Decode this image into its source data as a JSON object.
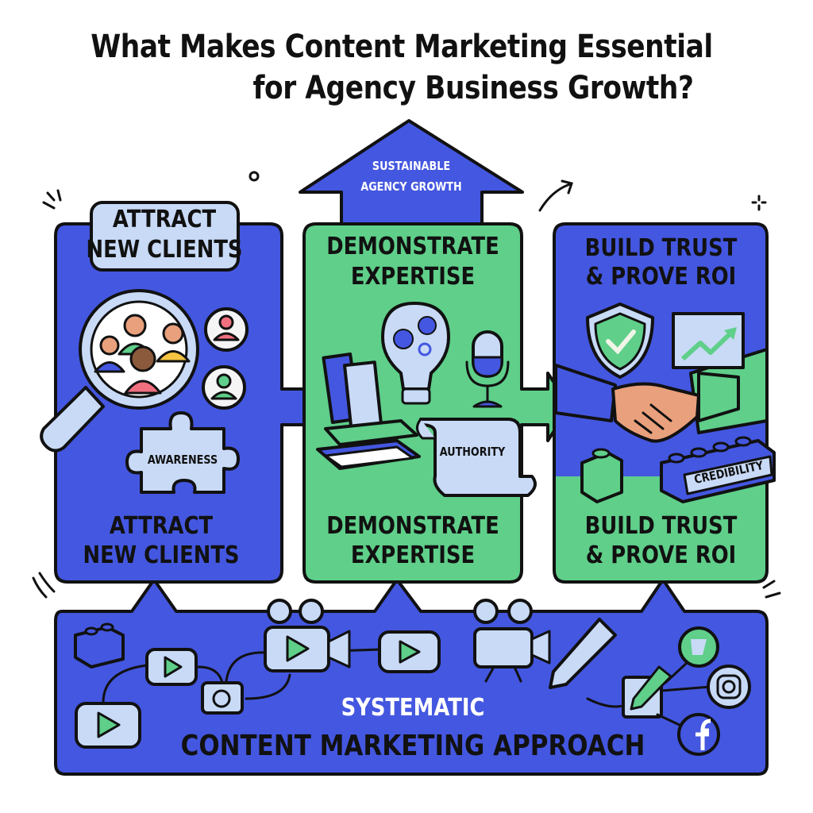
{
  "title": {
    "line1": "What Makes Content Marketing Essential",
    "line2": "for Agency Business Growth?"
  },
  "top_arrow": {
    "line1": "SUSTAINABLE",
    "line2": "AGENCY GROWTH",
    "icon": "up-arrow-icon"
  },
  "panels": [
    {
      "id": "attract",
      "header_line1": "ATTRACT",
      "header_line2": "NEW CLIENTS",
      "footer_line1": "ATTRACT",
      "footer_line2": "NEW CLIENTS",
      "tag": "AWARENESS",
      "color": "#4457E0",
      "icons": [
        "magnifier-people-icon",
        "user-avatar-icon",
        "user-avatar-icon",
        "puzzle-piece-icon"
      ]
    },
    {
      "id": "expertise",
      "header_line1": "DEMONSTRATE",
      "header_line2": "EXPERTISE",
      "footer_line1": "DEMONSTRATE",
      "footer_line2": "EXPERTISE",
      "tag": "AUTHORITY",
      "color": "#5FCF8A",
      "icons": [
        "lightbulb-gears-icon",
        "microphone-icon",
        "books-icon",
        "scroll-icon"
      ]
    },
    {
      "id": "trust",
      "header_line1": "BUILD TRUST",
      "header_line2": "& PROVE ROI",
      "footer_line1": "BUILD TRUST",
      "footer_line2": "& PROVE ROI",
      "tag": "CREDIBILITY",
      "color": "#4457E0",
      "icons": [
        "shield-check-icon",
        "growth-chart-icon",
        "handshake-icon",
        "building-block-icon"
      ]
    }
  ],
  "base": {
    "line1": "SYSTEMATIC",
    "line2": "CONTENT MARKETING APPROACH",
    "icons": [
      "building-block-icon",
      "video-play-icon",
      "camera-icon",
      "video-camera-icon",
      "film-camera-icon",
      "pencil-icon",
      "edit-icon",
      "globe-icon",
      "instagram-icon",
      "facebook-icon"
    ]
  },
  "colors": {
    "blue": "#4457E0",
    "green": "#5FCF8A",
    "light_blue": "#C8DAF6",
    "outline": "#111111"
  }
}
